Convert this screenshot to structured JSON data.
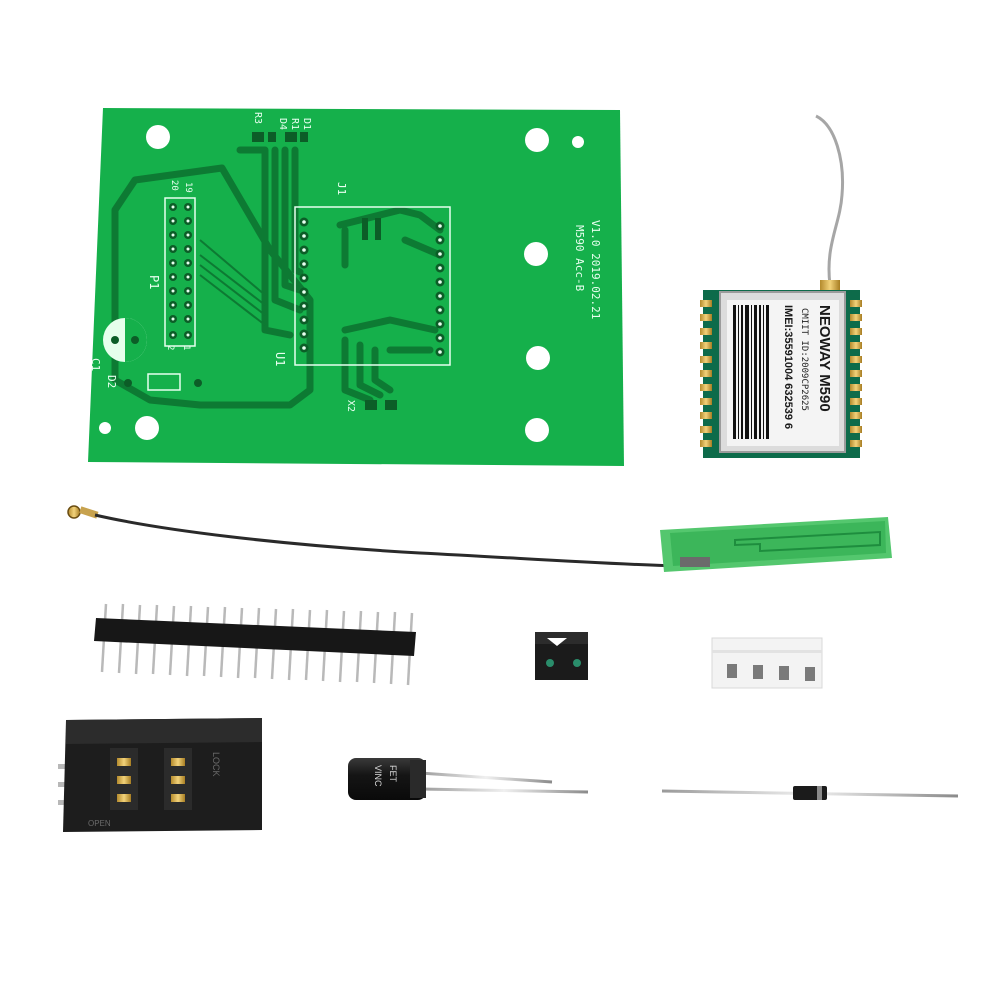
{
  "pcb": {
    "silk_p1": "P1",
    "silk_u1": "U1",
    "silk_j1": "J1",
    "silk_c1": "C1",
    "silk_d2": "D2",
    "silk_d1": "D1",
    "silk_r1": "R1",
    "silk_d4": "D4",
    "silk_r3": "R3",
    "silk_pin20": "20",
    "silk_pin19": "19",
    "silk_pin2": "2",
    "silk_pin1": "1",
    "silk_rev": "V1.0 2019.02.21",
    "silk_model": "M590 Acc-B",
    "silk_x": "X2",
    "board_color": "#13b14a"
  },
  "module": {
    "line1": "NEOWAY M590",
    "line2": "CMIIT ID:2009CP2625",
    "line3": "IMEI:35591004 632539 6",
    "board_color": "#0d6b4a"
  },
  "capacitor": {
    "line1": "VINC",
    "line2": "FET"
  },
  "sim_holder": {
    "lock": "LOCK",
    "open": "OPEN"
  },
  "components": {
    "antenna_pad": "flex-pcb-antenna",
    "header": "pin-header-20",
    "diode": "diode",
    "smd_strip": "smd-resistor-strip",
    "chip": "smd-chip"
  }
}
